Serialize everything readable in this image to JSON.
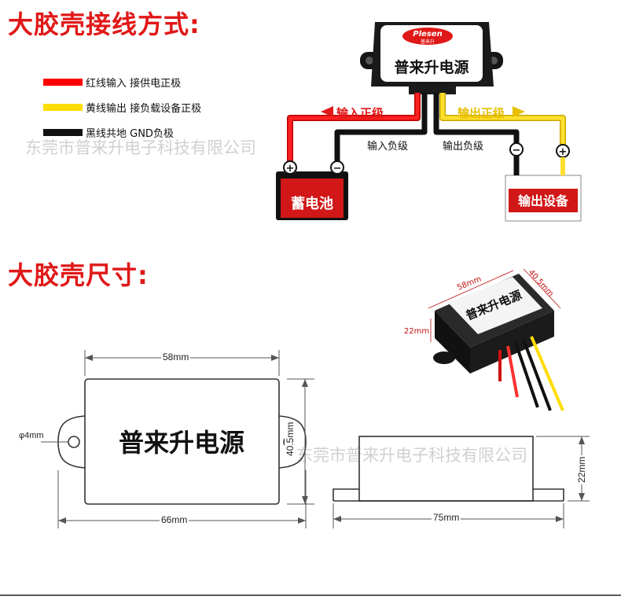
{
  "colors": {
    "title": "#e01818",
    "red_wire": "#ff0000",
    "yellow_wire": "#ffdd00",
    "black_wire": "#111111"
  },
  "section1": {
    "title": "大胶壳接线方式:",
    "legend": [
      {
        "color": "#ff0000",
        "text": "红线输入 接供电正极"
      },
      {
        "color": "#ffdd00",
        "text": "黄线输出 接负载设备正极"
      },
      {
        "color": "#111111",
        "text": "黑线共地 GND负极"
      }
    ],
    "module_brand": "Plesen",
    "module_brand_sub": "普来升",
    "module_label": "普来升电源",
    "input_positive": "输入正级",
    "output_positive": "输出正级",
    "input_negative": "输入负级",
    "output_negative": "输出负级",
    "battery_label": "蓄电池",
    "device_label": "输出设备",
    "plus": "+",
    "minus": "−"
  },
  "watermark": "东莞市普来升电子科技有限公司",
  "section2": {
    "title": "大胶壳尺寸:",
    "photo_width": "58mm",
    "photo_depth": "40.5mm",
    "photo_height": "22mm",
    "photo_label": "普来升电源",
    "front_label": "普来升电源",
    "front_width": "58mm",
    "front_total_width": "66mm",
    "front_height": "40.5mm",
    "hole_diameter": "φ4mm",
    "side_length": "75mm",
    "side_height": "22mm"
  }
}
